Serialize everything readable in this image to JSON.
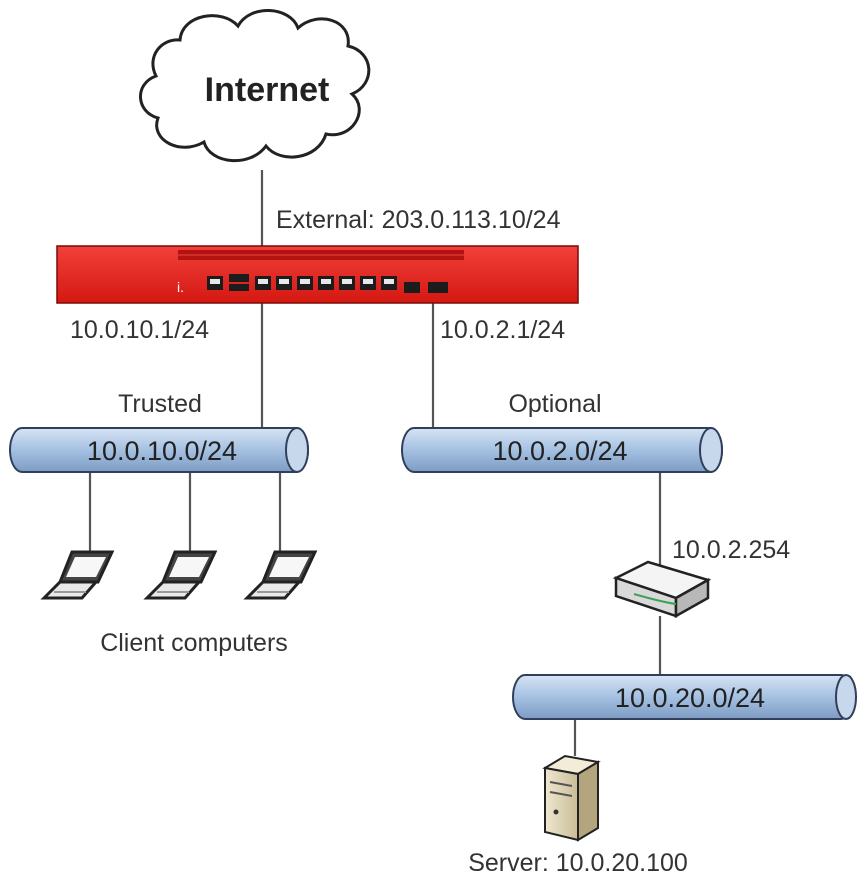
{
  "internet": {
    "label": "Internet"
  },
  "firewall": {
    "external_label": "External: 203.0.113.10/24",
    "color": "#e8201c"
  },
  "trusted": {
    "interface_ip": "10.0.10.1/24",
    "network_name": "Trusted",
    "subnet": "10.0.10.0/24"
  },
  "optional": {
    "interface_ip": "10.0.2.1/24",
    "network_name": "Optional",
    "subnet": "10.0.2.0/24"
  },
  "clients": {
    "label": "Client computers"
  },
  "router": {
    "ip": "10.0.2.254"
  },
  "server_net": {
    "subnet": "10.0.20.0/24"
  },
  "server": {
    "label": "Server: 10.0.20.100"
  },
  "colors": {
    "pipe": "#a9c4e4",
    "pipe_stroke": "#2f3f5c",
    "line": "#555555"
  }
}
